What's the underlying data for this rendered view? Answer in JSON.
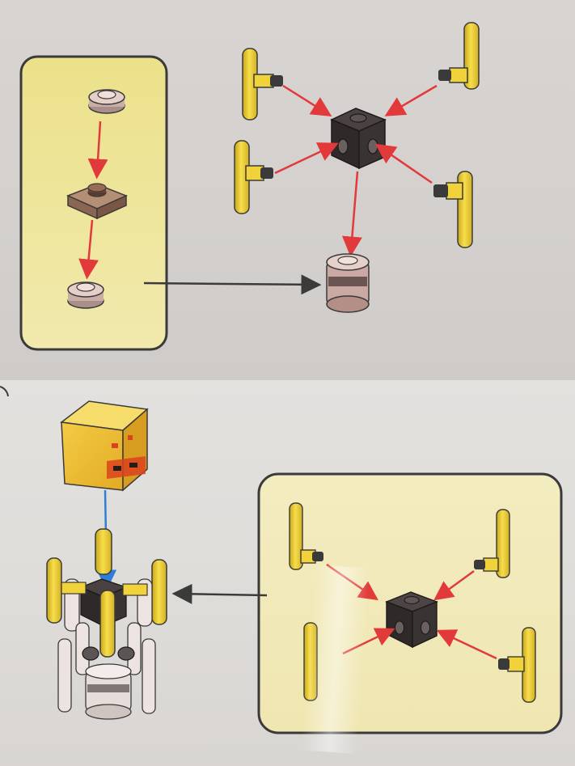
{
  "colors": {
    "callout_bg_top": "#efe594",
    "callout_bg_bottom": "#f4edbe",
    "callout_border": "#3a3a3a",
    "yellow_part": "#f1d23a",
    "dark_part": "#2e2a2a",
    "trans_part": "#c9a9a0",
    "arrow_red": "#e23a3a",
    "arrow_blue": "#2f7fd6",
    "arrow_gray": "#3b3b3b",
    "head_yellow": "#f1c53a",
    "head_orange": "#d9431e"
  },
  "steps": [
    {
      "panel": "top",
      "callout_parts": [
        "round-plate-1x1-trans",
        "plate-1x1-trans-brown",
        "round-plate-1x1-trans"
      ],
      "main_parts": [
        "bar-holder-clip-yellow",
        "bar-holder-clip-yellow",
        "bar-holder-clip-yellow",
        "bar-holder-clip-yellow",
        "brick-1x1-studs-4-sides-dark"
      ]
    },
    {
      "panel": "bottom",
      "callout_parts": [
        "bar-holder-clip-yellow",
        "bar-holder-clip-yellow",
        "bar-holder-clip-yellow",
        "bar-holder-clip-yellow",
        "brick-1x1-studs-4-sides-dark"
      ],
      "main_parts": [
        "blaze-head-block-yellow",
        "assembled-figure"
      ]
    }
  ]
}
